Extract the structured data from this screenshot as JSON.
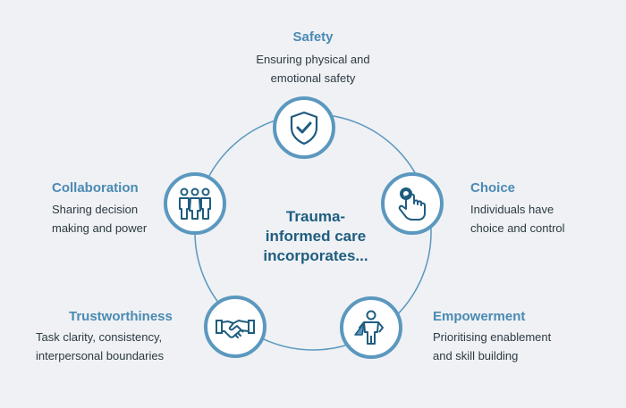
{
  "center": {
    "lines": [
      "Trauma-",
      "informed care",
      "incorporates..."
    ]
  },
  "principles": {
    "safety": {
      "title": "Safety",
      "desc": [
        "Ensuring physical and",
        "emotional safety"
      ],
      "icon": "shield-check-icon"
    },
    "choice": {
      "title": "Choice",
      "desc": [
        "Individuals have",
        "choice and control"
      ],
      "icon": "hand-pointer-icon"
    },
    "empowerment": {
      "title": "Empowerment",
      "desc": [
        "Prioritising enablement",
        "and skill building"
      ],
      "icon": "superhero-icon"
    },
    "trustworthiness": {
      "title": "Trustworthiness",
      "desc": [
        "Task clarity, consistency,",
        "interpersonal boundaries"
      ],
      "icon": "handshake-icon"
    },
    "collaboration": {
      "title": "Collaboration",
      "desc": [
        "Sharing decision",
        "making and power"
      ],
      "icon": "group-people-icon"
    }
  },
  "colors": {
    "background": "#eff1f4",
    "accent": "#5b98bf",
    "title": "#4a8ab3",
    "icon": "#1f5d80",
    "text": "#2d3a43"
  }
}
